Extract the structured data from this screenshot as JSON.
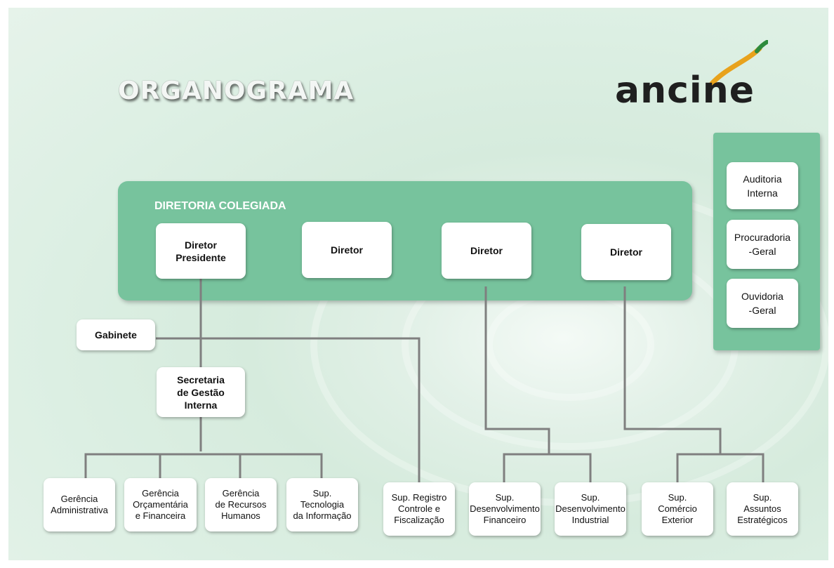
{
  "title": "ORGANOGRAMA",
  "logo": {
    "text": "ancine"
  },
  "colors": {
    "panel": "#77c39d",
    "line": "#7f7f7f",
    "background": "#dcefe3"
  },
  "board": {
    "label": "DIRETORIA COLEGIADA",
    "directors": [
      "Diretor\nPresidente",
      "Diretor",
      "Diretor",
      "Diretor"
    ]
  },
  "side_units": [
    "Auditoria\nInterna",
    "Procuradoria\n-Geral",
    "Ouvidoria\n-Geral"
  ],
  "gabinete": "Gabinete",
  "secretaria": "Secretaria\nde Gestão\nInterna",
  "units": [
    "Gerência\nAdministrativa",
    "Gerência\nOrçamentária\ne Financeira",
    "Gerência\nde Recursos\nHumanos",
    "Sup.\nTecnologia\nda Informação",
    "Sup. Registro\nControle e\nFiscalização",
    "Sup.\nDesenvolvimento\nFinanceiro",
    "Sup.\nDesenvolvimento\nIndustrial",
    "Sup.\nComércio\nExterior",
    "Sup.\nAssuntos\nEstratégicos"
  ]
}
